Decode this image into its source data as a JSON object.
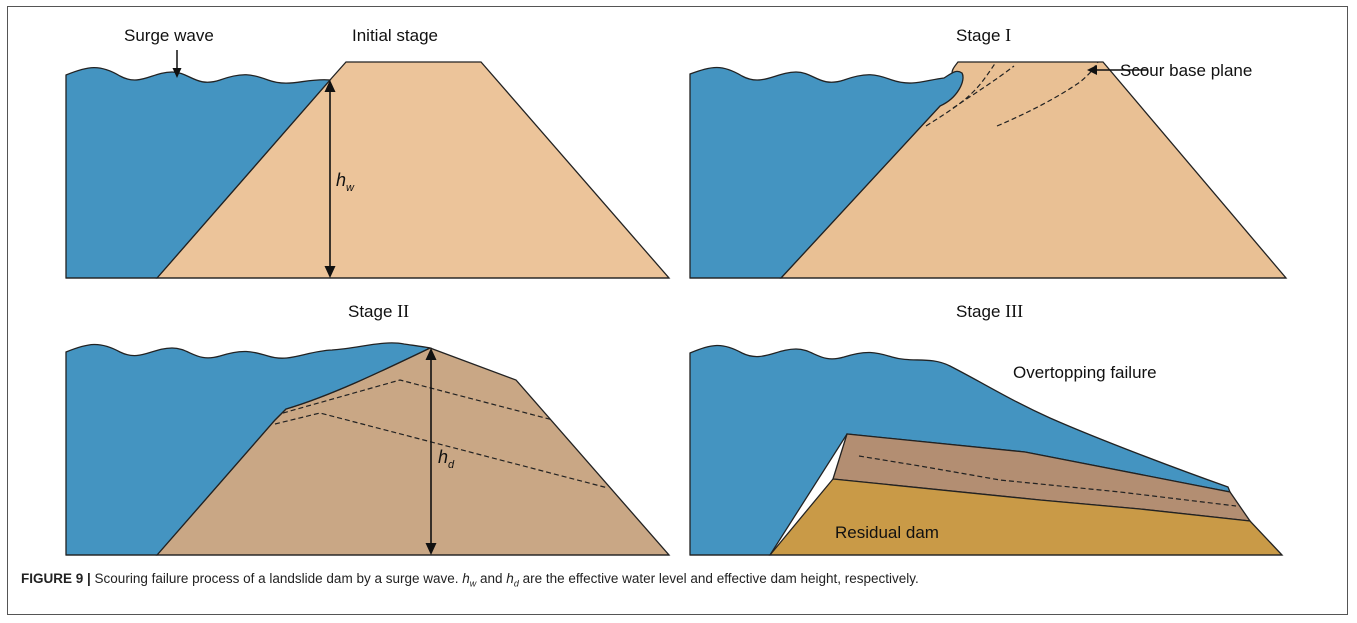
{
  "panels": {
    "initial": {
      "title": "Initial stage",
      "surge_label": "Surge wave",
      "h_var": "h",
      "h_sub": "w"
    },
    "stage1": {
      "title_prefix": "Stage ",
      "title_roman": "I",
      "scour_label": "Scour base plane"
    },
    "stage2": {
      "title_prefix": "Stage ",
      "title_roman": "II",
      "h_var": "h",
      "h_sub": "d"
    },
    "stage3": {
      "title_prefix": "Stage ",
      "title_roman": "III",
      "overtop_label": "Overtopping failure",
      "residual_label": "Residual dam"
    }
  },
  "caption": {
    "label": "FIGURE 9 |",
    "text_main": " Scouring failure process of a landslide dam by a surge wave. ",
    "var1": "h",
    "var1_sub": "w",
    "mid": " and ",
    "var2": "h",
    "var2_sub": "d",
    "text_end": " are the effective water level and effective dam height, respectively."
  },
  "colors": {
    "water": "#4494c1",
    "dam_initial": "#ecc49a",
    "dam_stage1": "#e9c094",
    "dam_stage2": "#c9a785",
    "dam_stage3_upper": "#b38e72",
    "residual_dam": "#c99a47",
    "border": "#555555"
  }
}
